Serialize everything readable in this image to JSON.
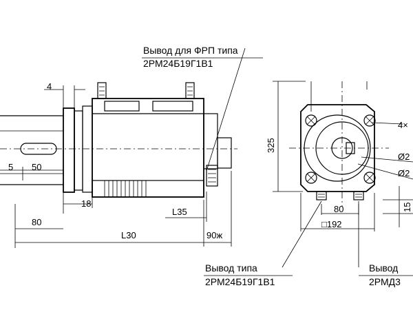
{
  "callouts": {
    "frp_title": "Вывод для ФРП типа",
    "frp_type": "2РМ24Б19Г1В1",
    "main_title": "Вывод  типа",
    "main_type": "2РМ24Б19Г1В1",
    "right_title": "Вывод",
    "right_type": "2РМД3"
  },
  "dimensions": {
    "d4": "4",
    "d5": "5",
    "d50": "50",
    "d18": "18",
    "d80_left": "80",
    "l35": "L35",
    "l30": "L30",
    "d90": "90ж",
    "d325": "325",
    "d80_right": "80",
    "d192": "□192",
    "d15": "15",
    "holes": "4×",
    "dia1": "Ø2",
    "dia2": "Ø2"
  }
}
